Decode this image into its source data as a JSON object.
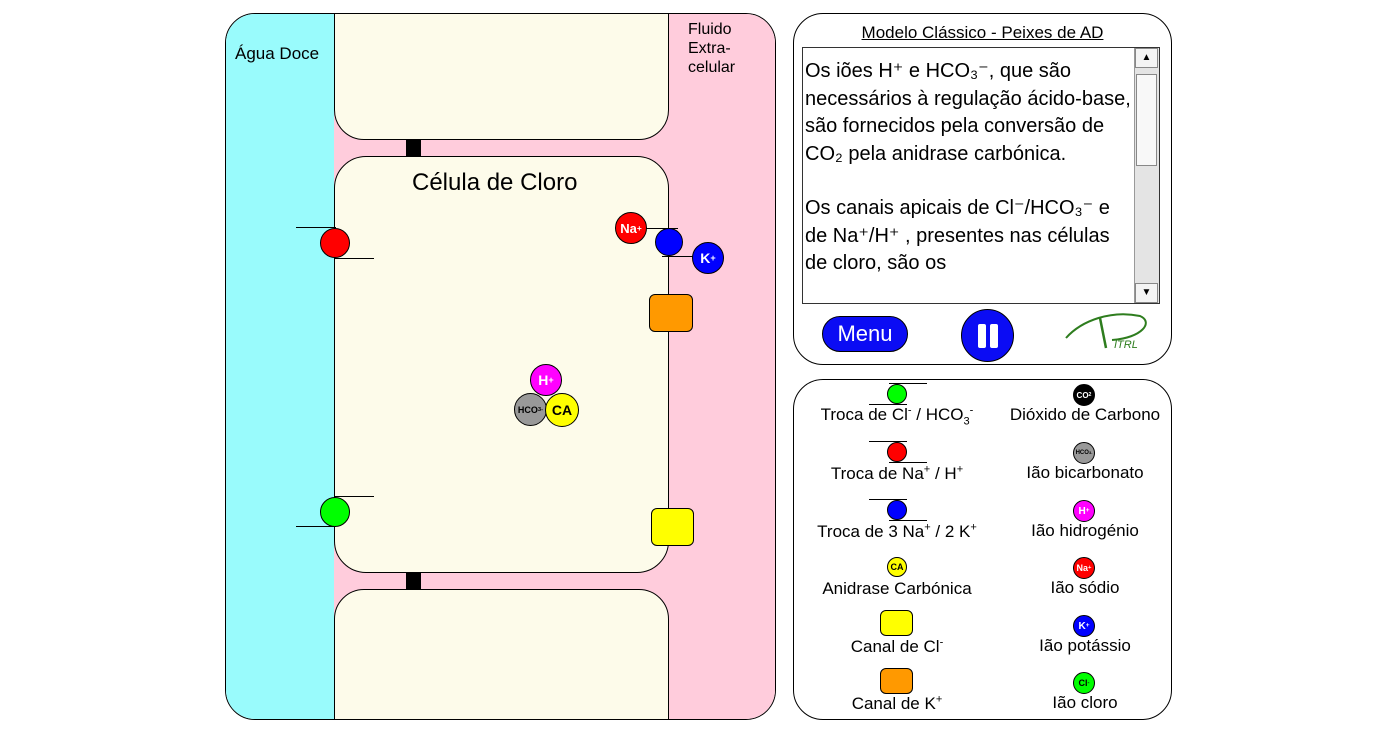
{
  "sim": {
    "fresh_label": "Água Doce",
    "extra_label": [
      "Fluido",
      "Extra-",
      "celular"
    ],
    "cell_title": "Célula de Cloro"
  },
  "info": {
    "title": "Modelo Clássico - Peixes de AD",
    "paragraph1": "Os iões H⁺ e HCO₃⁻, que são necessários à regulação ácido-base, são fornecidos pela conversão de CO₂ pela anidrase carbónica.",
    "paragraph2": "Os canais apicais de Cl⁻/HCO₃⁻ e de Na⁺/H⁺ , presentes nas células de cloro, são os",
    "menu_label": "Menu",
    "logo_text": "ITRL"
  },
  "legend": {
    "items": [
      {
        "label": "Troca de Cl- / HCO3-",
        "color": "#00ff00"
      },
      {
        "label": "Dióxido de Carbono",
        "color": "#000000",
        "symbol": "CO2"
      },
      {
        "label": "Troca de Na+ / H+",
        "color": "#ff0000"
      },
      {
        "label": "Ião bicarbonato",
        "color": "#999999",
        "symbol": "HCO3-"
      },
      {
        "label": "Troca de 3 Na+ / 2 K+",
        "color": "#0000ff"
      },
      {
        "label": "Ião hidrogénio",
        "color": "#ff00ff",
        "symbol": "H+"
      },
      {
        "label": "Anidrase Carbónica",
        "color": "#ffff00",
        "symbol": "CA"
      },
      {
        "label": "Ião sódio",
        "color": "#ff0000",
        "symbol": "Na+"
      },
      {
        "label": "Canal de Cl-",
        "color": "#ffff00"
      },
      {
        "label": "Ião potássio",
        "color": "#0000ff",
        "symbol": "K+"
      },
      {
        "label": "Canal de K+",
        "color": "#ff9900"
      },
      {
        "label": "Ião cloro",
        "color": "#00ff00",
        "symbol": "Cl-"
      }
    ]
  },
  "colors": {
    "freshwater": "#99fbfc",
    "extracellular": "#ffccdc",
    "cell": "#fdfbea",
    "button": "#0b0cf4",
    "logo": "#2e7d1e"
  }
}
